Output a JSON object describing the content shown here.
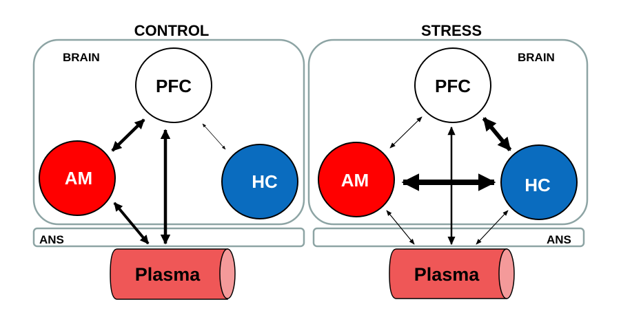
{
  "panels": [
    {
      "title": "CONTROL",
      "brain_label": "BRAIN",
      "ans_label": "ANS",
      "nodes": {
        "pfc": "PFC",
        "am": "AM",
        "hc": "HC"
      },
      "plasma_label": "Plasma"
    },
    {
      "title": "STRESS",
      "brain_label": "BRAIN",
      "ans_label": "ANS",
      "nodes": {
        "pfc": "PFC",
        "am": "AM",
        "hc": "HC"
      },
      "plasma_label": "Plasma"
    }
  ],
  "colors": {
    "am": "#ff0000",
    "hc": "#0a6cbf",
    "pfc": "#ffffff",
    "plasma": "#ef5757",
    "plasma_cap": "#f49a9a",
    "box_border": "#8da4a4"
  },
  "connections": {
    "control": [
      {
        "from": "PFC",
        "to": "AM",
        "strength": "strong",
        "direction": "bidirectional"
      },
      {
        "from": "PFC",
        "to": "Plasma",
        "strength": "strong",
        "direction": "bidirectional"
      },
      {
        "from": "PFC",
        "to": "HC",
        "strength": "weak",
        "direction": "bidirectional"
      },
      {
        "from": "AM",
        "to": "Plasma",
        "strength": "strong",
        "direction": "bidirectional"
      }
    ],
    "stress": [
      {
        "from": "PFC",
        "to": "AM",
        "strength": "weak",
        "direction": "bidirectional"
      },
      {
        "from": "PFC",
        "to": "Plasma",
        "strength": "medium",
        "direction": "bidirectional"
      },
      {
        "from": "PFC",
        "to": "HC",
        "strength": "strong",
        "direction": "bidirectional"
      },
      {
        "from": "AM",
        "to": "HC",
        "strength": "very-strong",
        "direction": "bidirectional"
      },
      {
        "from": "AM",
        "to": "Plasma",
        "strength": "weak",
        "direction": "bidirectional"
      },
      {
        "from": "HC",
        "to": "Plasma",
        "strength": "weak",
        "direction": "bidirectional"
      }
    ]
  }
}
